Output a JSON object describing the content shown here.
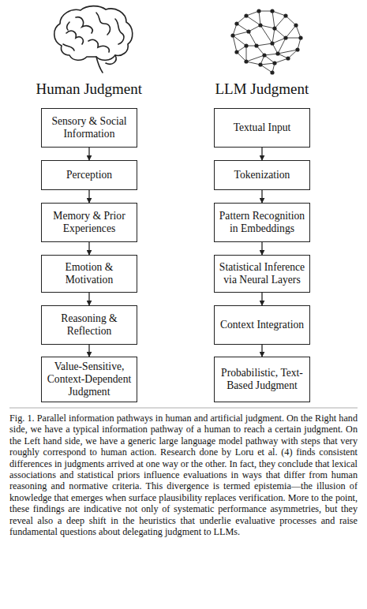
{
  "diagram": {
    "caption": "Fig. 1. Parallel information pathways in human and artificial judgment. On the Right hand side, we have a typical information pathway of a human to reach a certain judgment. On the Left hand side, we have a generic large language model pathway with steps that very roughly correspond to human action. Research done by Loru et al. (4) finds consistent differences in judgments arrived at one way or the other. In fact, they conclude that lexical associations and statistical priors influence evaluations in ways that differ from human reasoning and normative criteria. This divergence is termed epistemia—the illusion of knowledge that emerges when surface plausibility replaces verification. More to the point, these findings are indicative not only of systematic performance asymmetries, but they reveal also a deep shift in the heuristics that underlie evaluative processes and raise fundamental questions about delegating judgment to LLMs.",
    "nodes": [
      {
        "text": [
          "Sensory & Social Information"
        ]
      },
      {
        "text": [
          "Perception"
        ]
      },
      {
        "text": [
          "Memory & Prior Experiences"
        ]
      },
      {
        "text": [
          "Emotion & Motivation"
        ]
      },
      {
        "text": [
          "Reasoning & Reflection"
        ]
      },
      {
        "text": [
          "Value-Sensitive, Context-Dependent Judgment"
        ]
      },
      {
        "text": [
          "Textual Input"
        ]
      },
      {
        "text": [
          "Tokenization"
        ]
      },
      {
        "text": [
          "Pattern Recognition in Embeddings"
        ]
      },
      {
        "text": [
          "Statistical Inference via Neural Layers"
        ]
      },
      {
        "text": [
          "Context Integration"
        ]
      },
      {
        "text": [
          "Probabilistic, Text-Based Judgment"
        ]
      }
    ],
    "edges": [
      {
        "from": 0,
        "to": 1,
        "arrow": "to"
      },
      {
        "from": 1,
        "to": 2,
        "arrow": "to"
      },
      {
        "from": 2,
        "to": 3,
        "arrow": "to"
      },
      {
        "from": 3,
        "to": 4,
        "arrow": "to"
      },
      {
        "from": 4,
        "to": 5,
        "arrow": "to"
      },
      {
        "from": 6,
        "to": 7,
        "arrow": "to"
      },
      {
        "from": 7,
        "to": 8,
        "arrow": "to"
      },
      {
        "from": 8,
        "to": 9,
        "arrow": "to"
      },
      {
        "from": 9,
        "to": 10,
        "arrow": "to"
      },
      {
        "from": 10,
        "to": 11,
        "arrow": "to"
      }
    ],
    "labels": [
      "Human Judgment",
      "LLM Judgment"
    ]
  }
}
